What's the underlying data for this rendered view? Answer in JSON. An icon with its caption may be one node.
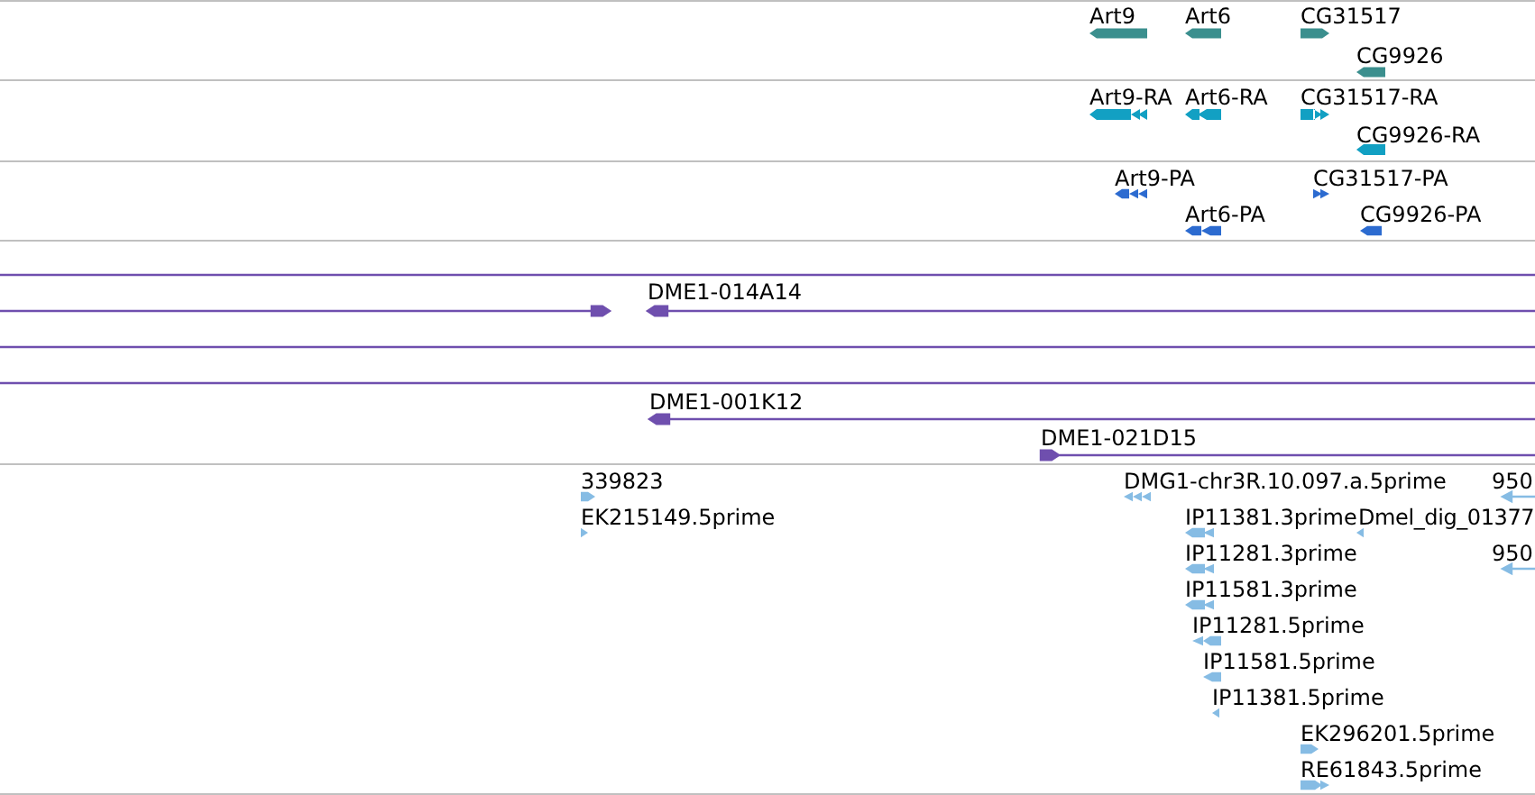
{
  "diagram": {
    "labels": [
      "Art9",
      "Art6",
      "CG31517",
      "CG9926",
      "Art9-RA",
      "Art6-RA",
      "CG31517-RA",
      "CG9926-RA",
      "Art9-PA",
      "CG31517-PA",
      "Art6-PA",
      "CG9926-PA",
      "DME1-014A14",
      "DME1-001K12",
      "DME1-021D15",
      "339823",
      "DMG1-chr3R.10.097.a.5prime",
      "950",
      "EK215149.5prime",
      "IP11381.3prime",
      "Dmel_dig_01377",
      "IP11281.3prime",
      "950",
      "IP11581.3prime",
      "IP11281.5prime",
      "IP11581.5prime",
      "IP11381.5prime",
      "EK296201.5prime",
      "RE61843.5prime"
    ]
  }
}
